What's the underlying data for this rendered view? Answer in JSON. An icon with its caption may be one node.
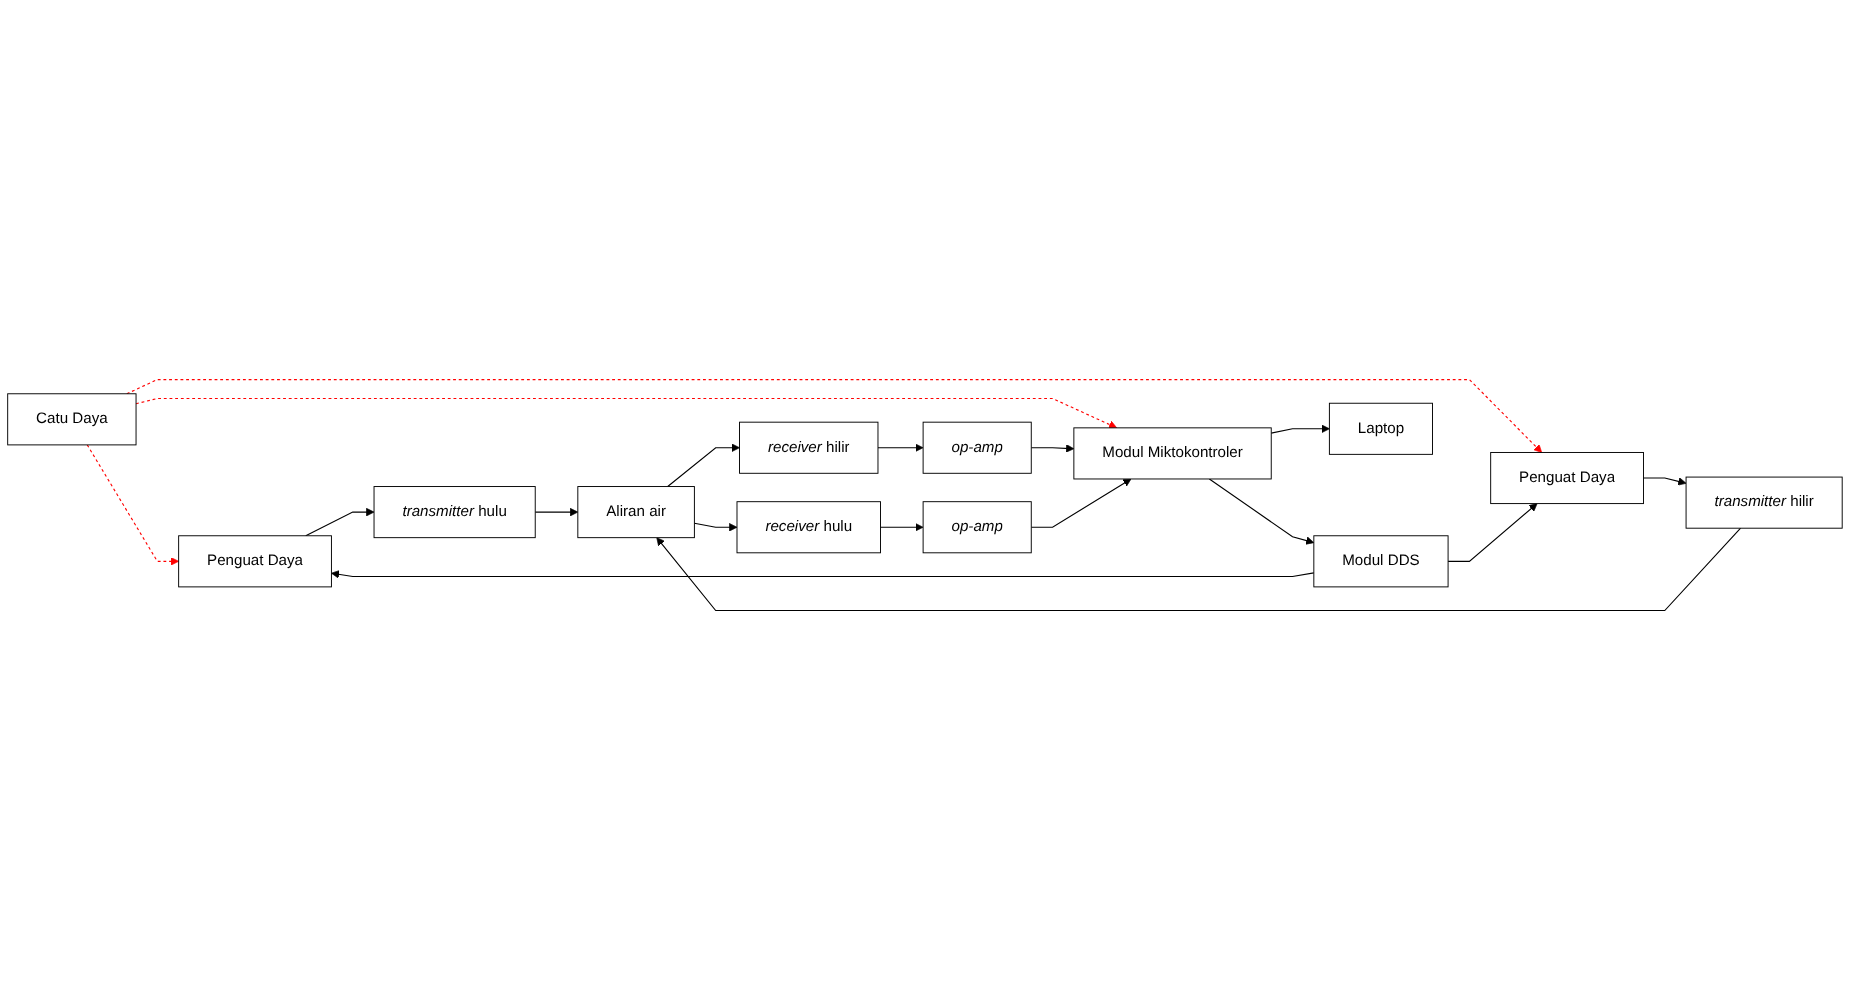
{
  "diagram": {
    "nodes": [
      {
        "text": [
          "Catu Daya"
        ]
      },
      {
        "text": [
          "Modul DDS"
        ]
      },
      {
        "text": [
          "Penguat Daya"
        ]
      },
      {
        "text": [
          "Penguat Daya"
        ]
      },
      {
        "text": [
          "*transmitter* hulu"
        ]
      },
      {
        "text": [
          "*transmitter* hilir"
        ]
      },
      {
        "text": [
          "Modul Miktokontroler"
        ]
      },
      {
        "text": [
          "Aliran air"
        ]
      },
      {
        "text": [
          "op-amp"
        ]
      },
      {
        "text": [
          "*receiver* hilir"
        ]
      },
      {
        "text": [
          "op-amp"
        ]
      },
      {
        "text": [
          "*receiver* hulu"
        ]
      },
      {
        "text": [
          "Laptop"
        ]
      }
    ],
    "edges": [
      {
        "from": 0,
        "to": 2,
        "arrow": "to",
        "style": "dashed",
        "color": "#ff0000"
      },
      {
        "from": 0,
        "to": 6,
        "arrow": "to",
        "style": "dashed",
        "color": "#ff0000"
      },
      {
        "from": 0,
        "to": 3,
        "arrow": "to",
        "style": "dashed",
        "color": "#ff0000"
      },
      {
        "from": 1,
        "to": 2,
        "arrow": "to"
      },
      {
        "from": 1,
        "to": 3,
        "arrow": "to"
      },
      {
        "from": 6,
        "to": 1,
        "arrow": "to"
      },
      {
        "from": 2,
        "to": 4,
        "arrow": "to"
      },
      {
        "from": 3,
        "to": 5,
        "arrow": "to"
      },
      {
        "from": 4,
        "to": 7,
        "arrow": "to"
      },
      {
        "from": 5,
        "to": 7,
        "arrow": "to"
      },
      {
        "from": 7,
        "to": 9,
        "arrow": "to"
      },
      {
        "from": 7,
        "to": 11,
        "arrow": "to"
      },
      {
        "from": 9,
        "to": 8,
        "arrow": "to"
      },
      {
        "from": 8,
        "to": 6,
        "arrow": "to"
      },
      {
        "from": 11,
        "to": 10,
        "arrow": "to"
      },
      {
        "from": 10,
        "to": 6,
        "arrow": "to"
      },
      {
        "from": 6,
        "to": 12,
        "arrow": "to"
      }
    ]
  }
}
